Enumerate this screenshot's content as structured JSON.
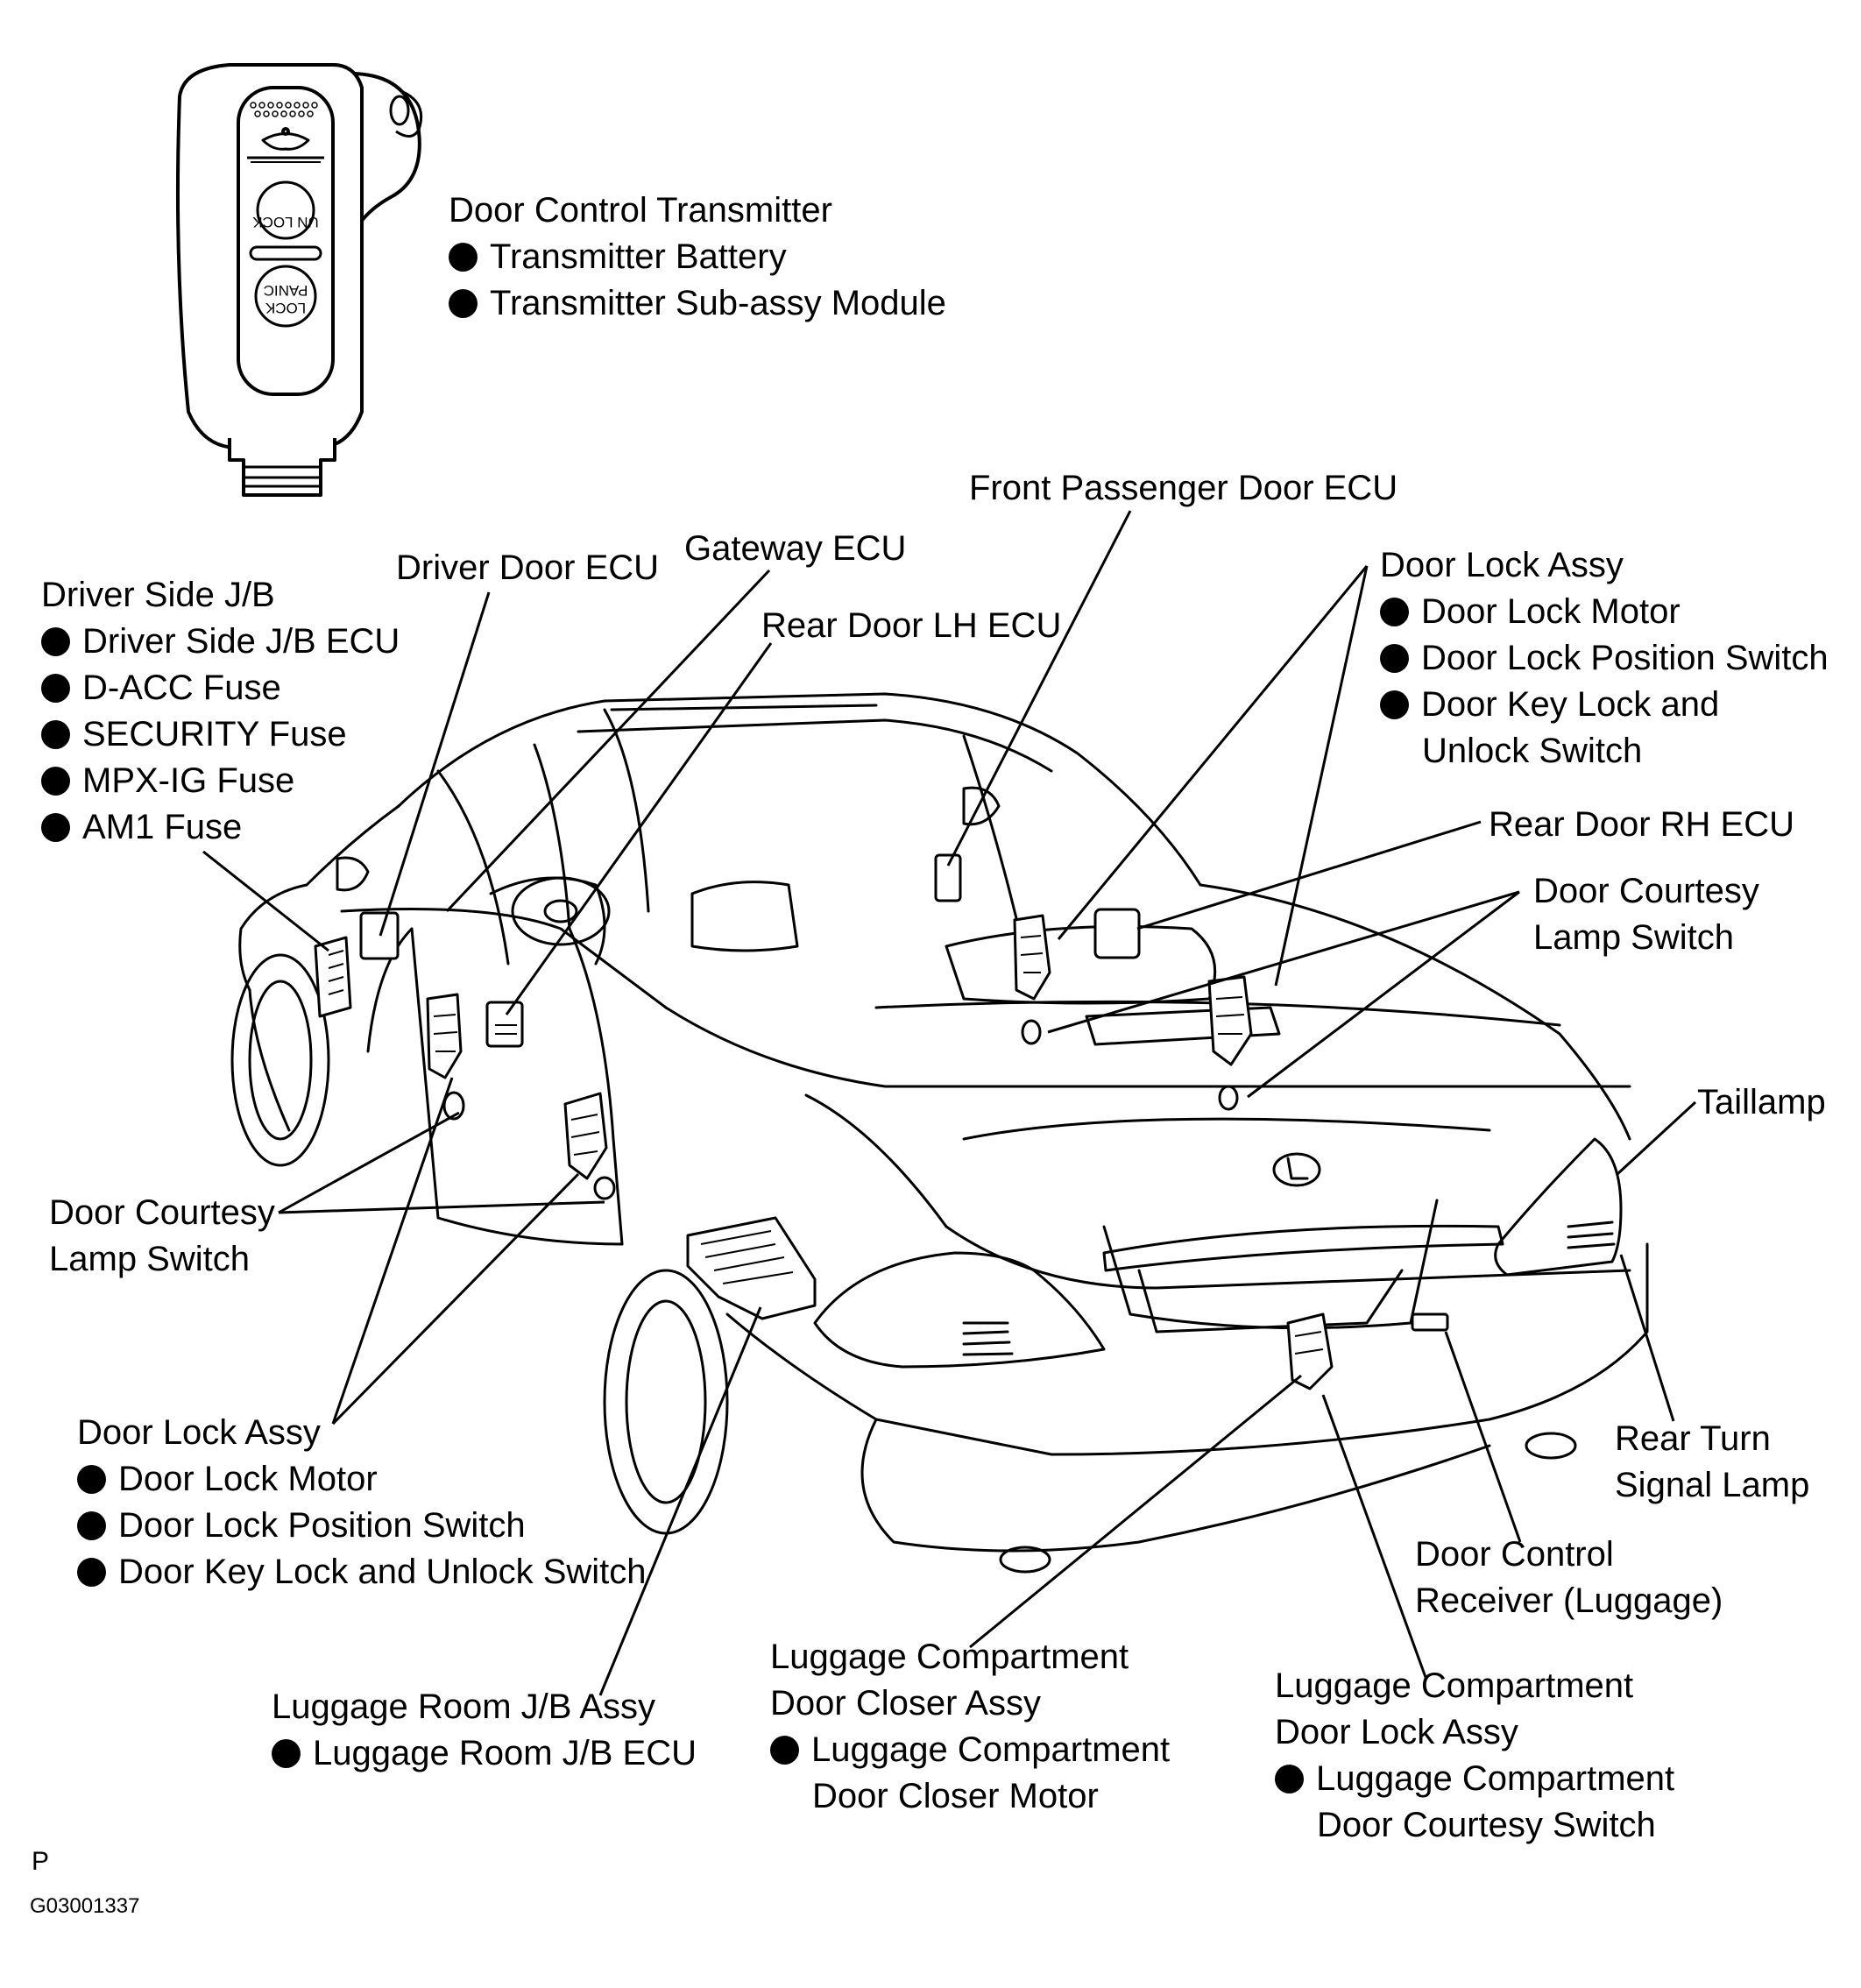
{
  "remote": {
    "buttons": {
      "unlock": "UN LOCK",
      "lock": "LOCK",
      "panic": "PANIC"
    }
  },
  "labels": {
    "door_control_transmitter": {
      "title": "Door Control Transmitter",
      "items": [
        "Transmitter Battery",
        "Transmitter Sub-assy Module"
      ]
    },
    "front_passenger_door_ecu": "Front Passenger Door ECU",
    "door_lock_assy_right": {
      "title": "Door Lock Assy",
      "items": [
        "Door Lock Motor",
        "Door Lock Position Switch",
        "Door Key Lock and"
      ],
      "continuation": "Unlock Switch"
    },
    "gateway_ecu": "Gateway ECU",
    "driver_door_ecu": "Driver Door ECU",
    "rear_door_lh_ecu": "Rear Door LH ECU",
    "driver_side_jb": {
      "title": "Driver Side J/B",
      "items": [
        "Driver Side J/B ECU",
        "D-ACC Fuse",
        "SECURITY Fuse",
        "MPX-IG Fuse",
        "AM1 Fuse"
      ]
    },
    "rear_door_rh_ecu": "Rear Door RH ECU",
    "door_courtesy_right": {
      "line1": "Door Courtesy",
      "line2": "Lamp Switch"
    },
    "taillamp": "Taillamp",
    "door_courtesy_left": {
      "line1": "Door Courtesy",
      "line2": "Lamp Switch"
    },
    "rear_turn_signal": {
      "line1": "Rear Turn",
      "line2": "Signal Lamp"
    },
    "door_lock_assy_left": {
      "title": "Door Lock Assy",
      "items": [
        "Door Lock Motor",
        "Door Lock Position Switch",
        "Door Key Lock and Unlock Switch"
      ]
    },
    "door_control_receiver": {
      "line1": "Door Control",
      "line2": "Receiver (Luggage)"
    },
    "luggage_room_jb": {
      "title": "Luggage Room J/B Assy",
      "items": [
        "Luggage Room J/B ECU"
      ]
    },
    "luggage_closer": {
      "line1": "Luggage Compartment",
      "line2": "Door Closer Assy",
      "item": "Luggage Compartment",
      "item_cont": "Door Closer Motor"
    },
    "luggage_lock": {
      "line1": "Luggage Compartment",
      "line2": "Door Lock Assy",
      "item": "Luggage Compartment",
      "item_cont": "Door Courtesy Switch"
    }
  },
  "footer": {
    "mark": "P",
    "code": "G03001337"
  }
}
